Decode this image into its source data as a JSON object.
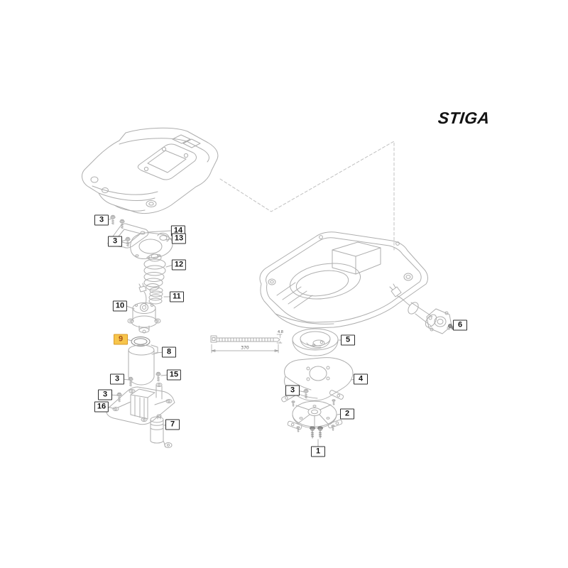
{
  "brand": {
    "logo_text": "STIGA"
  },
  "figure": {
    "dimensions": {
      "tie_length": "370",
      "tie_width": "4.8"
    },
    "highlight_color": "#f7c54b",
    "callouts": [
      {
        "label": "3",
        "highlighted": false
      },
      {
        "label": "14",
        "highlighted": false
      },
      {
        "label": "3",
        "highlighted": false
      },
      {
        "label": "13",
        "highlighted": false
      },
      {
        "label": "12",
        "highlighted": false
      },
      {
        "label": "11",
        "highlighted": false
      },
      {
        "label": "10",
        "highlighted": false
      },
      {
        "label": "9",
        "highlighted": true
      },
      {
        "label": "8",
        "highlighted": false
      },
      {
        "label": "15",
        "highlighted": false
      },
      {
        "label": "3",
        "highlighted": false
      },
      {
        "label": "3",
        "highlighted": false
      },
      {
        "label": "16",
        "highlighted": false
      },
      {
        "label": "7",
        "highlighted": false
      },
      {
        "label": "6",
        "highlighted": false
      },
      {
        "label": "5",
        "highlighted": false
      },
      {
        "label": "4",
        "highlighted": false
      },
      {
        "label": "3",
        "highlighted": false
      },
      {
        "label": "2",
        "highlighted": false
      },
      {
        "label": "1",
        "highlighted": false
      }
    ]
  }
}
